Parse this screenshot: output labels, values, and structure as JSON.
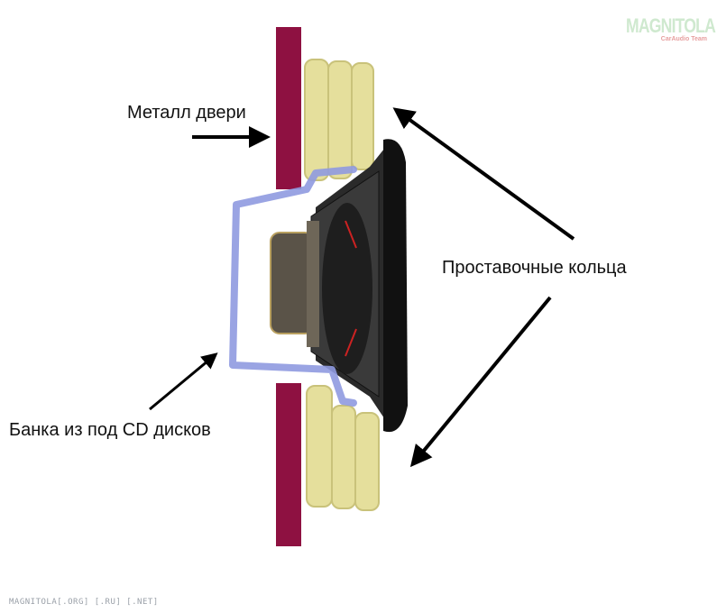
{
  "labels": {
    "door_metal": "Металл двери",
    "spacer_rings": "Проставочные кольца",
    "cd_can": "Банка из под CD дисков"
  },
  "logo": {
    "name": "MAGNITOLA",
    "subtitle": "CarAudio Team"
  },
  "footer": "MAGNITOLA[.ORG] [.RU] [.NET]",
  "colors": {
    "door": "#8e1141",
    "rings": "#e5df9c",
    "can": "#8f9ae0",
    "speaker": "#1c1c1c"
  }
}
